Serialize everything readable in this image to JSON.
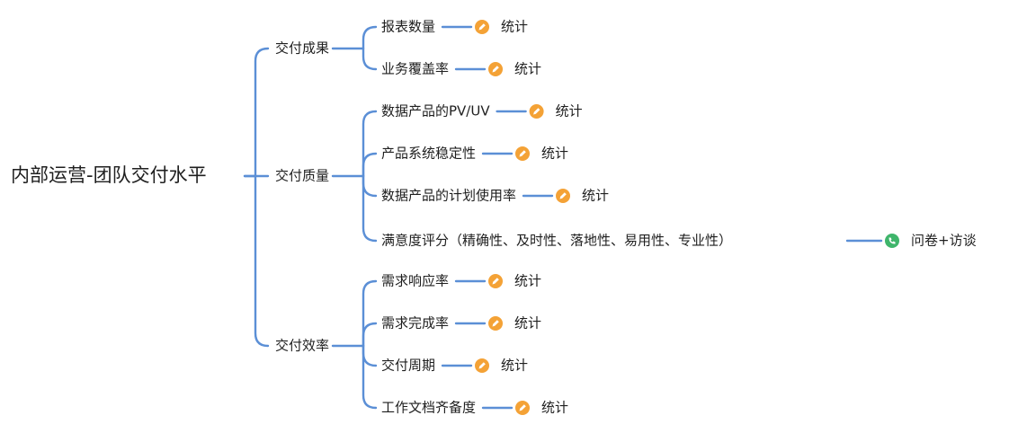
{
  "root": {
    "label": "内部运营-团队交付水平"
  },
  "colors": {
    "line": "#5b8fd6",
    "stat_icon": "#f4a236",
    "survey_icon": "#3fb56b"
  },
  "branches": [
    {
      "label": "交付成果",
      "items": [
        {
          "label": "报表数量",
          "tag": "统计",
          "icon": "pencil-icon"
        },
        {
          "label": "业务覆盖率",
          "tag": "统计",
          "icon": "pencil-icon"
        }
      ]
    },
    {
      "label": "交付质量",
      "items": [
        {
          "label": "数据产品的PV/UV",
          "tag": "统计",
          "icon": "pencil-icon"
        },
        {
          "label": "产品系统稳定性",
          "tag": "统计",
          "icon": "pencil-icon"
        },
        {
          "label": "数据产品的计划使用率",
          "tag": "统计",
          "icon": "pencil-icon"
        },
        {
          "label": "满意度评分（精确性、及时性、落地性、易用性、专业性）",
          "tag": "问卷+访谈",
          "icon": "phone-icon"
        }
      ]
    },
    {
      "label": "交付效率",
      "items": [
        {
          "label": "需求响应率",
          "tag": "统计",
          "icon": "pencil-icon"
        },
        {
          "label": "需求完成率",
          "tag": "统计",
          "icon": "pencil-icon"
        },
        {
          "label": "交付周期",
          "tag": "统计",
          "icon": "pencil-icon"
        },
        {
          "label": "工作文档齐备度",
          "tag": "统计",
          "icon": "pencil-icon"
        }
      ]
    }
  ]
}
